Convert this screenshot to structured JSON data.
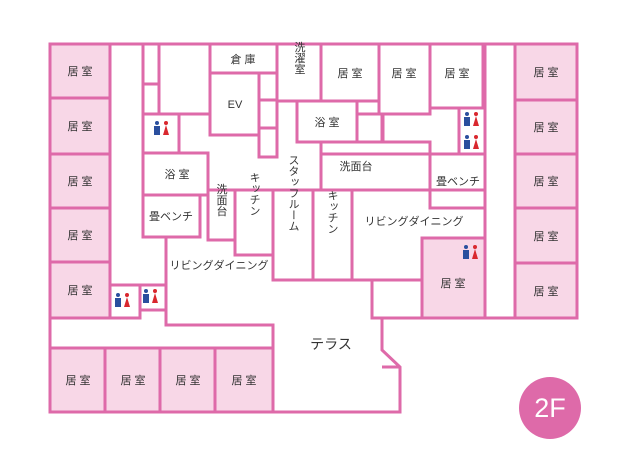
{
  "colors": {
    "wall": "#de6aa9",
    "room_fill": "#f8d7e7",
    "badge": "#de6aa9",
    "restroom_male": "#2a4f9e",
    "restroom_female": "#d9272e"
  },
  "floor": {
    "badge": "2F"
  },
  "rooms": {
    "west_living_1": "居 室",
    "west_living_2": "居 室",
    "west_living_3": "居 室",
    "west_living_4": "居 室",
    "west_living_5": "居 室",
    "south_living_1": "居 室",
    "south_living_2": "居 室",
    "south_living_3": "居 室",
    "south_living_4": "居 室",
    "east_living_1": "居 室",
    "east_living_2": "居 室",
    "east_living_3": "居 室",
    "east_living_4": "居 室",
    "east_living_5": "居 室",
    "north_living_1": "居 室",
    "north_living_2": "居 室",
    "north_living_3": "居 室",
    "center_living": "居 室",
    "storage": "倉 庫",
    "elevator": "EV",
    "laundry": "洗濯室",
    "bath_east": "浴 室",
    "bath_west": "浴 室",
    "tatami_bench_west": "畳ベンチ",
    "tatami_bench_east": "畳ベンチ",
    "washbasin_west": "洗面台",
    "washbasin_east": "洗面台",
    "kitchen_west": "キッチン",
    "kitchen_east": "キッチン",
    "staff_room": "スタッフルーム",
    "living_dining_west": "リビングダイニング",
    "living_dining_east": "リビングダイニング",
    "terrace": "テラス"
  },
  "icons": {
    "restroom": "restroom-icon"
  }
}
